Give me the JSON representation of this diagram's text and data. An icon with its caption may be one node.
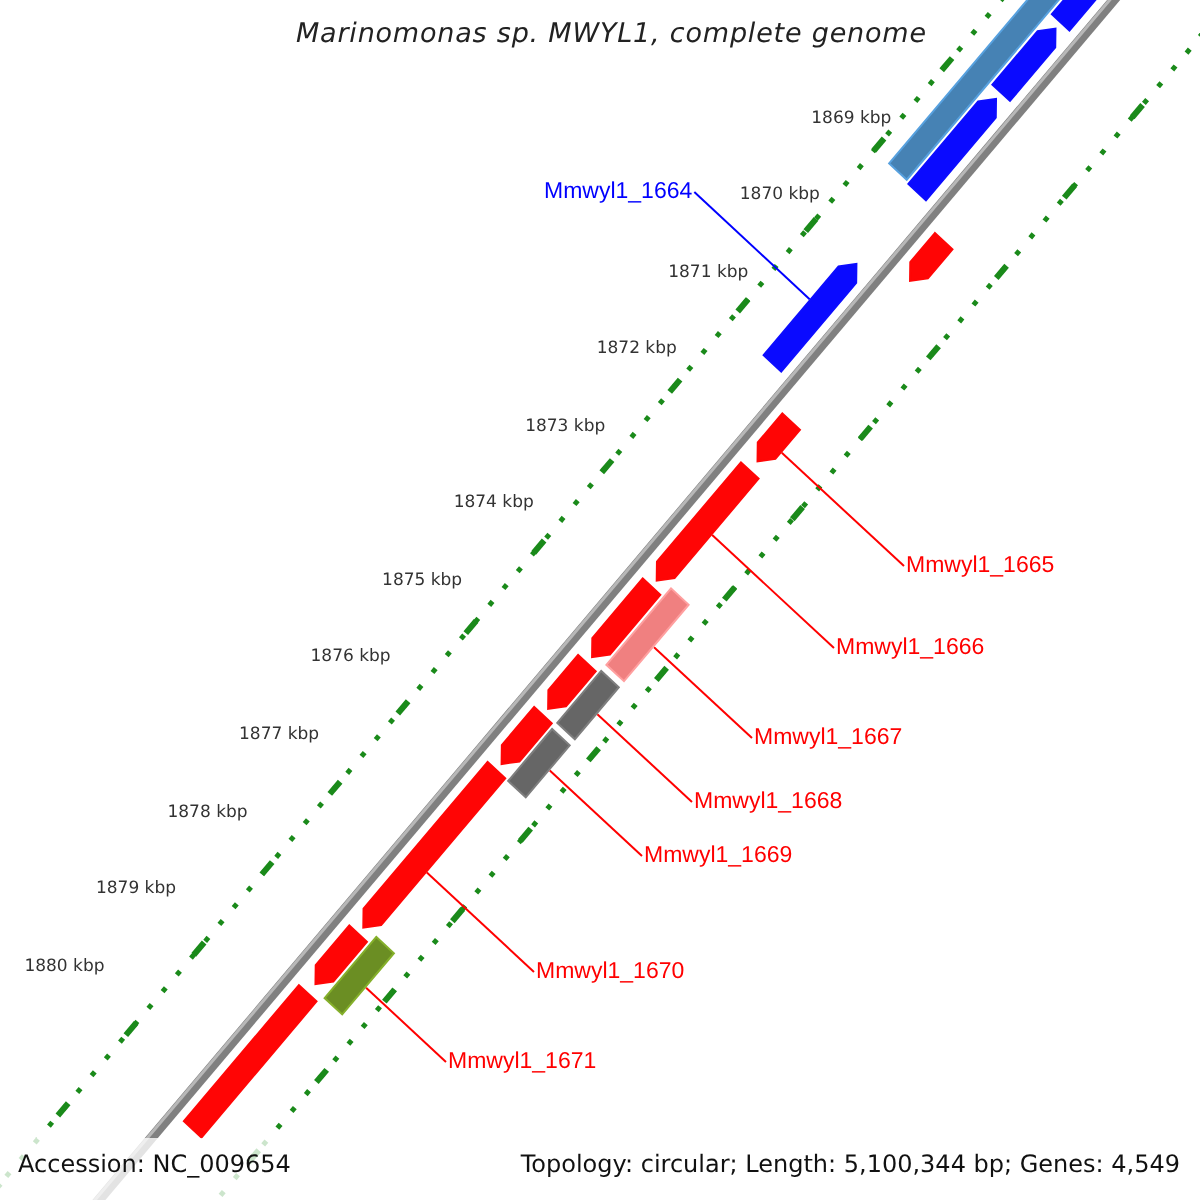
{
  "diagram": {
    "title": "Marinomonas sp. MWYL1, complete genome",
    "nodes": [
      {
        "text": [
          "Mmwyl1_1664"
        ]
      },
      {
        "text": [],
        "shape": "arrow"
      },
      {
        "text": [
          "Mmwyl1_1665"
        ]
      },
      {
        "text": [],
        "shape": "arrow"
      },
      {
        "text": [
          "Mmwyl1_1666"
        ]
      },
      {
        "text": [],
        "shape": "arrow"
      },
      {
        "text": [
          "Mmwyl1_1667"
        ]
      },
      {
        "text": [],
        "shape": "bar"
      },
      {
        "text": [
          "Mmwyl1_1668"
        ]
      },
      {
        "text": [],
        "shape": "bar"
      },
      {
        "text": [
          "Mmwyl1_1669"
        ]
      },
      {
        "text": [],
        "shape": "bar"
      },
      {
        "text": [
          "Mmwyl1_1670"
        ]
      },
      {
        "text": [],
        "shape": "arrow"
      },
      {
        "text": [
          "Mmwyl1_1671"
        ]
      },
      {
        "text": [],
        "shape": "bar"
      },
      {
        "text": [],
        "shape": "arrow"
      },
      {
        "text": [],
        "shape": "arrow"
      },
      {
        "text": [],
        "shape": "bar"
      },
      {
        "text": [],
        "shape": "arrow"
      },
      {
        "text": [],
        "shape": "arrow"
      },
      {
        "text": [],
        "shape": "arrow"
      },
      {
        "text": [],
        "shape": "arrow"
      },
      {
        "text": [],
        "shape": "arrow"
      },
      {
        "text": [],
        "shape": "arrow"
      },
      {
        "text": [],
        "shape": "bar"
      }
    ],
    "edges": [
      {
        "from": 0,
        "to": 1,
        "arrow": "none",
        "color": "#0000ff"
      },
      {
        "from": 2,
        "to": 3,
        "arrow": "none"
      },
      {
        "from": 4,
        "to": 5,
        "arrow": "none"
      },
      {
        "from": 6,
        "to": 7,
        "arrow": "none"
      },
      {
        "from": 8,
        "to": 9,
        "arrow": "none"
      },
      {
        "from": 10,
        "to": 11,
        "arrow": "none"
      },
      {
        "from": 12,
        "to": 13,
        "arrow": "none"
      },
      {
        "from": 14,
        "to": 15,
        "arrow": "none"
      }
    ],
    "labels": [
      "1869 kbp",
      "1870 kbp",
      "1871 kbp",
      "1872 kbp",
      "1873 kbp",
      "1874 kbp",
      "1875 kbp",
      "1876 kbp",
      "1877 kbp",
      "1878 kbp",
      "1879 kbp",
      "1880 kbp",
      "Accession: NC_009654",
      "Topology: circular; Length: 5,100,344 bp; Genes: 4,549"
    ]
  }
}
